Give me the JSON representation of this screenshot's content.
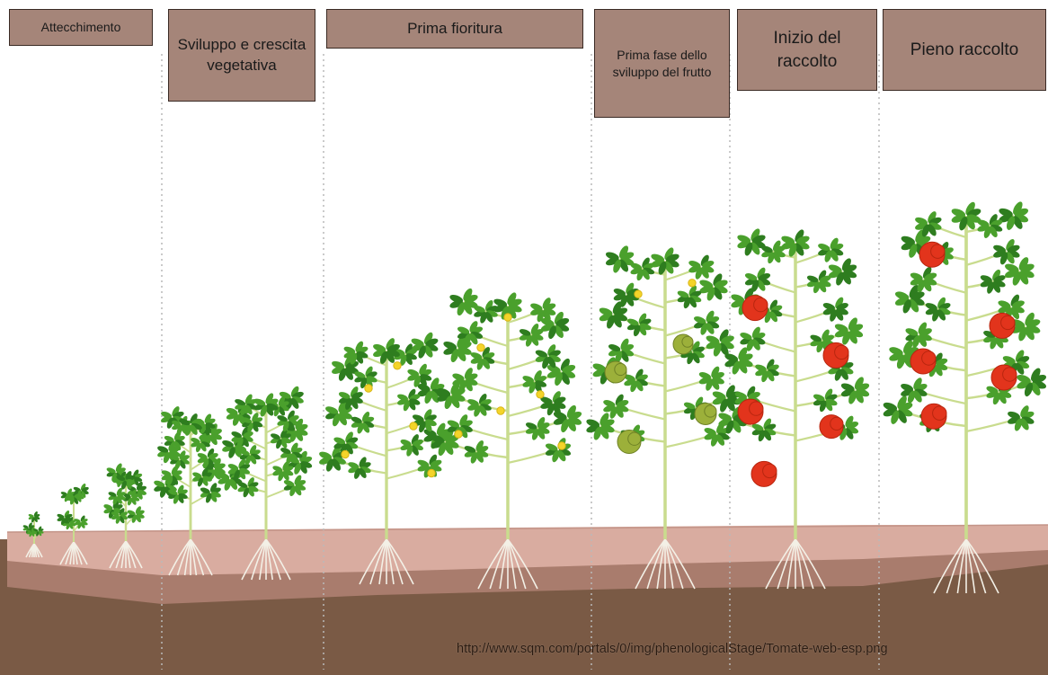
{
  "stages": [
    {
      "label": "Attecchimento"
    },
    {
      "label": "Sviluppo e crescita vegetativa"
    },
    {
      "label": "Prima fioritura"
    },
    {
      "label": "Prima fase dello sviluppo del frutto"
    },
    {
      "label": "Inizio del raccolto"
    },
    {
      "label": "Pieno raccolto"
    }
  ],
  "source_url": "http://www.sqm.com/portals/0/img/phenologicalStage/Tomate-web-esp.png",
  "colors": {
    "label_fill": "#a58579",
    "label_border": "#3a2a24",
    "topsoil": "#d9aca0",
    "subsoil": "#a97c6d",
    "deep_soil": "#7a5a45",
    "leaf": "#4aa02c",
    "leaf_dark": "#2e7d1f",
    "stem": "#c9dc8e",
    "flower": "#f4d42a",
    "fruit_green": "#9cb03a",
    "fruit_ripe": "#e2341c"
  },
  "icons": [
    "tomato-plant-icon",
    "root-icon",
    "flower-icon",
    "tomato-fruit-icon"
  ]
}
